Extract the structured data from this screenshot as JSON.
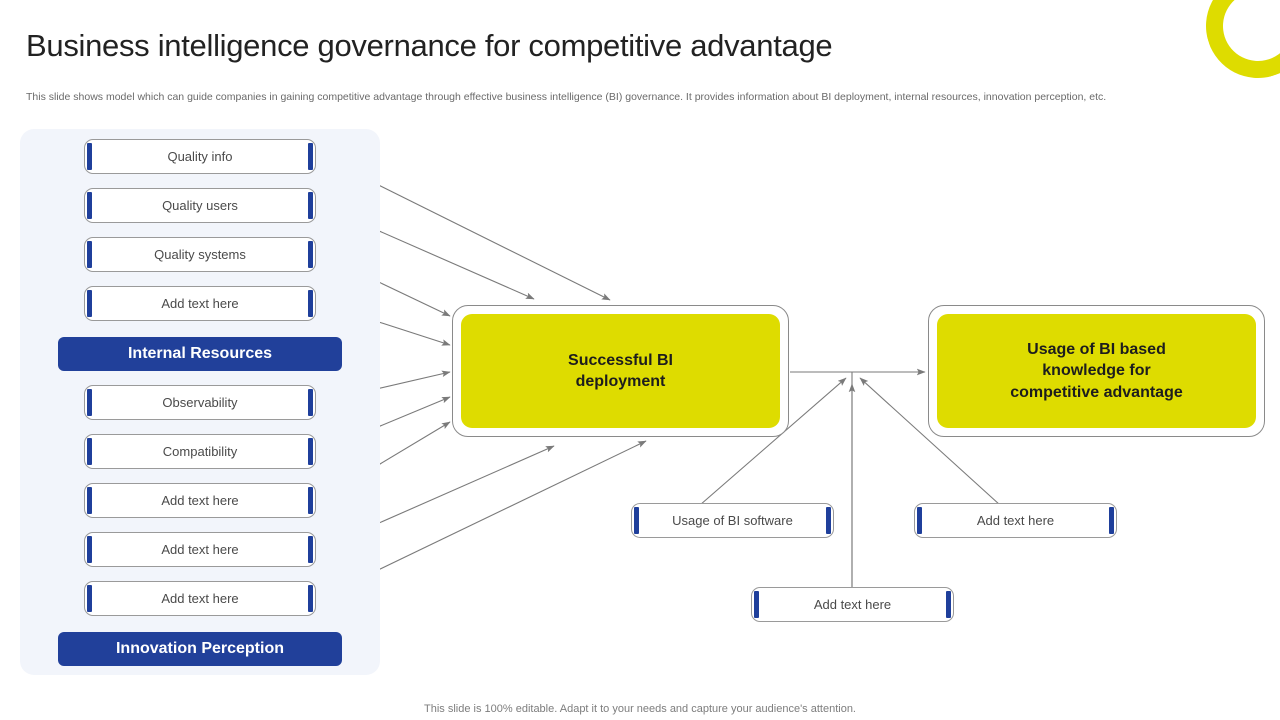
{
  "slide": {
    "title": "Business intelligence governance for competitive advantage",
    "subtitle": "This slide shows model which can guide companies in gaining competitive advantage through effective business intelligence (BI) governance. It provides information about BI deployment, internal resources, innovation perception, etc.",
    "footer": "This slide is 100% editable. Adapt it to your needs and capture your audience's attention.",
    "colors": {
      "accent_yellow": "#DEDC00",
      "accent_blue": "#21409A",
      "bar_blue": "#1F3F9B",
      "panel_background": "#F2F5FB",
      "box_border": "#9A9A9A",
      "title_text": "#222222",
      "body_text": "#6A6A6A"
    },
    "decoration": {
      "corner_shape": "ring-arc-icon"
    }
  },
  "left_panel": {
    "internal_resources": {
      "label": "Internal Resources",
      "items": [
        {
          "label": "Quality info"
        },
        {
          "label": "Quality users"
        },
        {
          "label": "Quality systems"
        },
        {
          "label": "Add text here"
        }
      ]
    },
    "innovation_perception": {
      "label": "Innovation Perception",
      "items": [
        {
          "label": "Observability"
        },
        {
          "label": "Compatibility"
        },
        {
          "label": "Add text here"
        },
        {
          "label": "Add text here"
        },
        {
          "label": "Add text here"
        }
      ]
    }
  },
  "outcomes": {
    "center": {
      "label": "Successful BI\ndeployment",
      "line1": "Successful BI",
      "line2": "deployment"
    },
    "right": {
      "line1": "Usage of BI based",
      "line2": "knowledge for",
      "line3": "competitive advantage"
    }
  },
  "supporting_boxes": [
    {
      "label": "Usage of BI software"
    },
    {
      "label": "Add text here"
    },
    {
      "label": "Add text here"
    }
  ]
}
